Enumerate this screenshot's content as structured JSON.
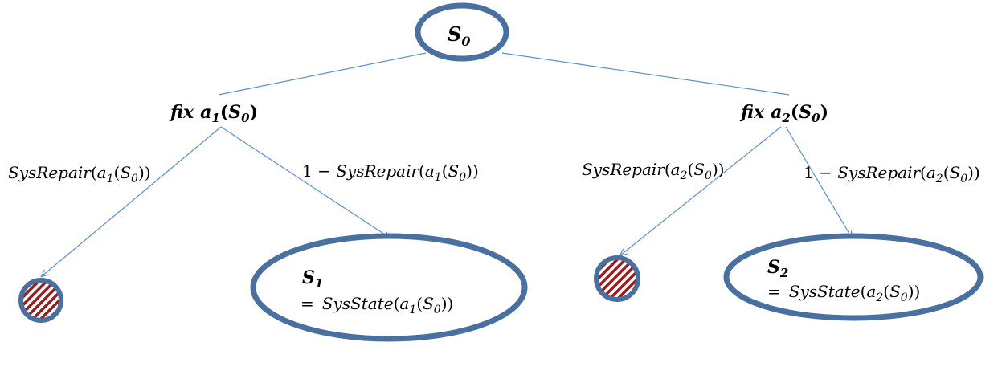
{
  "nodes": {
    "root": {
      "sym": "S",
      "sub": "0"
    },
    "fix_a1": {
      "word": "fix",
      "act": "a",
      "act_sub": "1",
      "arg": "S",
      "arg_sub": "0"
    },
    "fix_a2": {
      "word": "fix",
      "act": "a",
      "act_sub": "2",
      "arg": "S",
      "arg_sub": "0"
    },
    "s1": {
      "sym": "S",
      "sub": "1",
      "eq": "=",
      "fn": "SysState",
      "act": "a",
      "act_sub": "1",
      "arg": "S",
      "arg_sub": "0"
    },
    "s2": {
      "sym": "S",
      "sub": "2",
      "eq": "=",
      "fn": "SysState",
      "act": "a",
      "act_sub": "2",
      "arg": "S",
      "arg_sub": "0"
    }
  },
  "edges": {
    "repair_a1": {
      "fn": "SysRepair",
      "act": "a",
      "act_sub": "1",
      "arg": "S",
      "arg_sub": "0"
    },
    "fail_a1": {
      "prefix": "1 − ",
      "fn": "SysRepair",
      "act": "a",
      "act_sub": "1",
      "arg": "S",
      "arg_sub": "0"
    },
    "repair_a2": {
      "fn": "SysRepair",
      "act": "a",
      "act_sub": "2",
      "arg": "S",
      "arg_sub": "0"
    },
    "fail_a2": {
      "prefix": "1 − ",
      "fn": "SysRepair",
      "act": "a",
      "act_sub": "2",
      "arg": "S",
      "arg_sub": "0"
    }
  },
  "colors": {
    "ellipse_stroke": "#4a70a0",
    "edge_line": "#5b8fd0",
    "hatch_red": "#9b1c1c",
    "hatch_bg": "#ffffff"
  }
}
